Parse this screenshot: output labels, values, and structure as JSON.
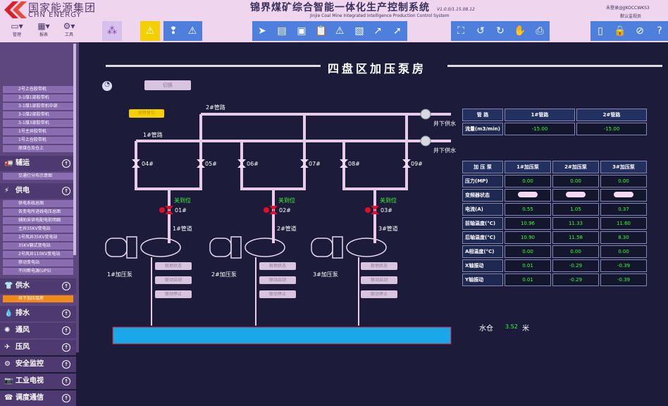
{
  "header": {
    "brand_cn": "国家能源集团",
    "brand_en": "CHN ENERGY",
    "title": "锦界煤矿综合智能一体化生产控制系统",
    "version": "V1.0.0/1.15.08.12",
    "subtitle": "Jinjie Coal Mine Integrated Intelligence Production Control System",
    "login": "未登录@JJKOCCWKS3",
    "role": "默认监视员",
    "menus": [
      {
        "icon": "briefcase-icon",
        "label": "管理"
      },
      {
        "icon": "grid-icon",
        "label": "报表"
      },
      {
        "icon": "gear-icon",
        "label": "工具"
      }
    ]
  },
  "sidebar": {
    "top_items": [
      "2号上仓胶带机",
      "3-1煤1部胶带机",
      "3-1煤1部胶带机中部",
      "3-1煤2部胶带机",
      "3-1煤3部胶带机",
      "1号主井胶带机",
      "1号上仓胶带机",
      "原煤仓及仓上"
    ],
    "categories": [
      {
        "label": "辅运",
        "items": [
          "交通灯分布示意图"
        ]
      },
      {
        "label": "供电",
        "items": [
          "供电系统总图",
          "各变电所进线电压总图",
          "辅助采供电配电前明细",
          "主井35KV变电站",
          "1号风井35KV变电站",
          "35KV箱式变电站",
          "2号风井110KV变电站",
          "移动变电站",
          "不间断电源(UPS)"
        ]
      },
      {
        "label": "供水",
        "items": [
          "井下加压泵房"
        ]
      },
      {
        "label": "排水",
        "items": []
      },
      {
        "label": "通风",
        "items": []
      },
      {
        "label": "压风",
        "items": []
      },
      {
        "label": "安全监控",
        "items": []
      },
      {
        "label": "工业电视",
        "items": []
      },
      {
        "label": "调度通信",
        "items": []
      }
    ]
  },
  "main": {
    "title": "四盘区加压泵房",
    "switch_btn": "切换",
    "fault_reset": "故障复位",
    "pipe2": "2#管路",
    "pipe1": "1#管路",
    "outlet": "井下供水",
    "valves": [
      "04#",
      "05#",
      "06#",
      "07#",
      "08#",
      "09#"
    ],
    "pumps": [
      {
        "name": "1#加压泵",
        "valve": "01#",
        "valve_state": "关到位",
        "line": "1#管道"
      },
      {
        "name": "2#加压泵",
        "valve": "02#",
        "valve_state": "关到位",
        "line": "2#管道"
      },
      {
        "name": "3#加压泵",
        "valve": "03#",
        "valve_state": "关到位",
        "line": "3#管道"
      }
    ],
    "pump_buttons": [
      "就地状态",
      "联动启动",
      "联动停止"
    ],
    "tank_label": "水仓",
    "tank_level": "3.52",
    "tank_unit": "米"
  },
  "flow_table": {
    "headers": [
      "管 路",
      "1#管路",
      "2#管路"
    ],
    "row_label": "流量(m3/min)",
    "values": [
      "-15.00",
      "-15.00"
    ]
  },
  "pump_table": {
    "headers": [
      "加 压 泵",
      "1#加压泵",
      "2#加压泵",
      "3#加压泵"
    ],
    "rows": [
      {
        "label": "压力(MP)",
        "values": [
          "0.00",
          "0.00",
          "0.00"
        ]
      },
      {
        "label": "变频器状态",
        "values": [
          "",
          "",
          ""
        ]
      },
      {
        "label": "电流(A)",
        "values": [
          "0.55",
          "1.05",
          "0.37"
        ]
      },
      {
        "label": "前轴温度(°C)",
        "values": [
          "10.96",
          "11.33",
          "11.60"
        ]
      },
      {
        "label": "后轴温度(°C)",
        "values": [
          "10.90",
          "11.58",
          "8.30"
        ]
      },
      {
        "label": "A相温度(°C)",
        "values": [
          "0.00",
          "0.00",
          "0.00"
        ]
      },
      {
        "label": "X轴振动",
        "values": [
          "0.01",
          "-0.29",
          "-0.39"
        ]
      },
      {
        "label": "Y轴振动",
        "values": [
          "0.01",
          "-0.29",
          "-0.39"
        ]
      }
    ]
  },
  "colors": {
    "accent": "#4f7fdc",
    "warning": "#f5d000",
    "active": "#f08a1a",
    "valve_closed": "#e0102a",
    "value": "#33ff33",
    "water": "#1aa8e8"
  }
}
